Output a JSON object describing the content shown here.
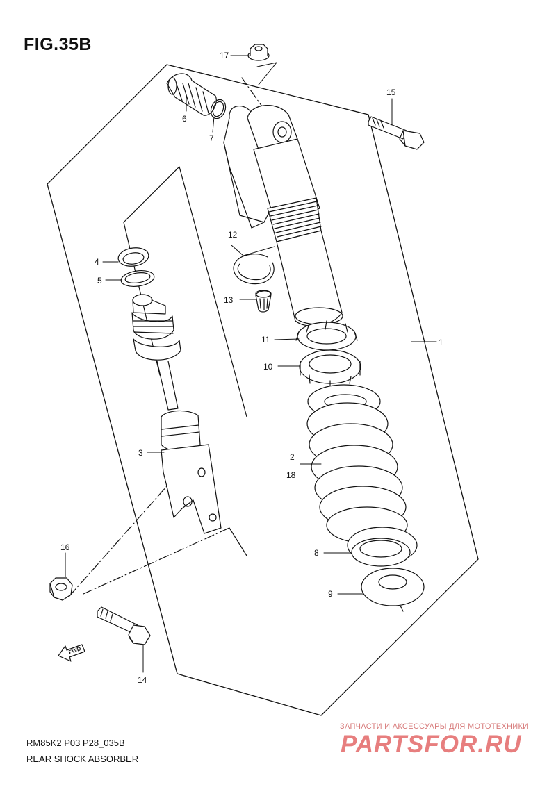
{
  "figure": {
    "title": "FIG.35B"
  },
  "footer": {
    "model_code": "RM85K2 P03 P28_035B",
    "assembly_name": "REAR SHOCK ABSORBER"
  },
  "watermark": {
    "tagline": "ЗАПЧАСТИ И АКСЕССУАРЫ ДЛЯ МОТОТЕХНИКИ",
    "logo": "PARTSFOR.RU"
  },
  "direction_indicator": "FWD",
  "callouts": {
    "c1": "1",
    "c2": "2",
    "c3": "3",
    "c4": "4",
    "c5": "5",
    "c6": "6",
    "c7": "7",
    "c8": "8",
    "c9": "9",
    "c10": "10",
    "c11": "11",
    "c12": "12",
    "c13": "13",
    "c14": "14",
    "c15": "15",
    "c16": "16",
    "c17": "17",
    "c18": "18"
  }
}
